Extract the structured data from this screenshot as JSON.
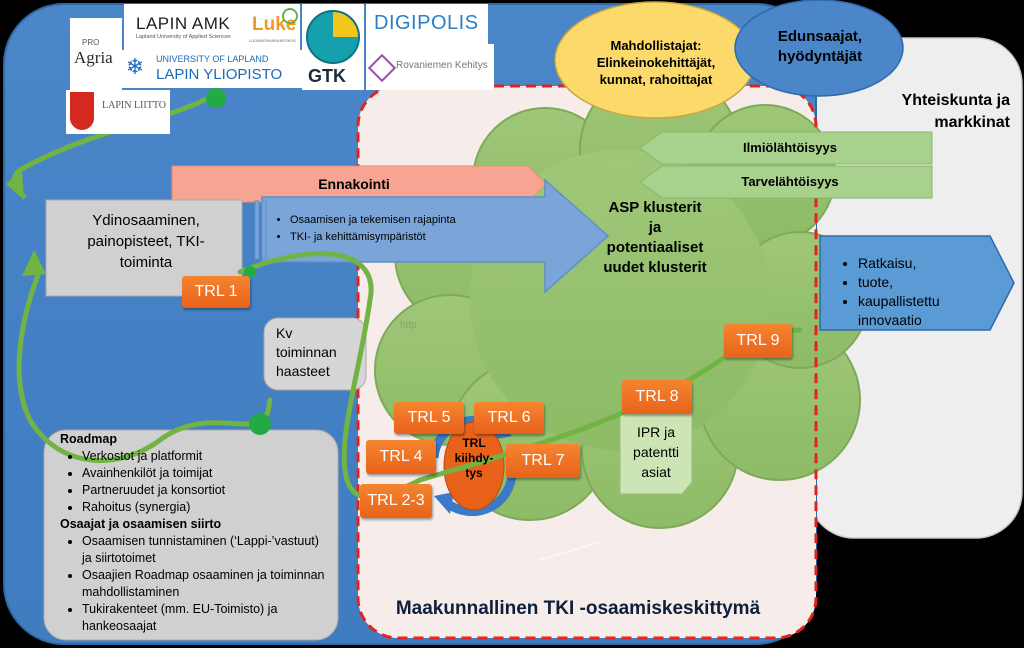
{
  "logos": {
    "proagria_top": "PRO",
    "proagria": "Agria",
    "lapin_amk": "LAPIN AMK",
    "lapin_amk_sub": "Lapland University of Applied Sciences",
    "luke": "Luke",
    "luke_sub": "LUONNONVARAKESKUS",
    "gtk": "GTK",
    "digipolis": "DIGIPOLIS",
    "lapin_yliopisto_top": "UNIVERSITY OF LAPLAND",
    "lapin_yliopisto": "LAPIN YLIOPISTO",
    "rovaniemen": "Rovaniemen Kehitys",
    "lapin_liitto": "LAPIN LIITTO"
  },
  "ellipses": {
    "mahdollistajat": [
      "Mahdollistajat:",
      "Elinkeinokehittäjät,",
      "kunnat, rahoittajat"
    ],
    "edunsaajat": [
      "Edunsaajat,",
      "hyödyntäjät"
    ]
  },
  "society": [
    "Yhteiskunta ja",
    "markkinat"
  ],
  "arrows": {
    "ilmio": "Ilmiölähtöisyys",
    "tarve": "Tarvelähtöisyys",
    "ennakointi": "Ennakointi"
  },
  "core_box": [
    "Ydinosaaminen,",
    "painopisteet, TKI-",
    "toiminta"
  ],
  "interface_bullets": [
    "Osaamisen ja tekemisen rajapinta",
    "TKI- ja kehittämisympäristöt"
  ],
  "cluster": [
    "ASP klusterit",
    "ja",
    "potentiaaliset",
    "uudet klusterit"
  ],
  "solution_bullets": [
    "Ratkaisu,",
    "tuote,",
    "kaupallistettu innovaatio"
  ],
  "kv_box": [
    "Kv",
    "toiminnan",
    "haasteet"
  ],
  "cloud_tag": "http",
  "trl": {
    "trl1": "TRL 1",
    "trl23": "TRL 2-3",
    "trl4": "TRL 4",
    "trl5": "TRL 5",
    "trl6": "TRL 6",
    "trl7": "TRL 7",
    "trl8": "TRL 8",
    "trl9": "TRL 9"
  },
  "accelerator": [
    "TRL",
    "kiihdy-",
    "tys"
  ],
  "ipr_note": [
    "IPR ja",
    "patentti",
    "asiat"
  ],
  "roadmap": {
    "title": "Roadmap",
    "items": [
      "Verkostot ja platformit",
      "Avainhenkilöt ja toimijat",
      "Partneruudet ja konsortiot",
      "Rahoitus (synergia)"
    ],
    "title2": "Osaajat ja osaamisen siirto",
    "items2": [
      "Osaamisen tunnistaminen (‘Lappi-’vastuut) ja siirtotoimet",
      "Osaajien Roadmap osaaminen ja toiminnan mahdollistaminen",
      "Tukirakenteet (mm. EU-Toimisto) ja hankeosaajat"
    ]
  },
  "footer_title": "Maakunnallinen TKI -osaamiskeskittymä"
}
